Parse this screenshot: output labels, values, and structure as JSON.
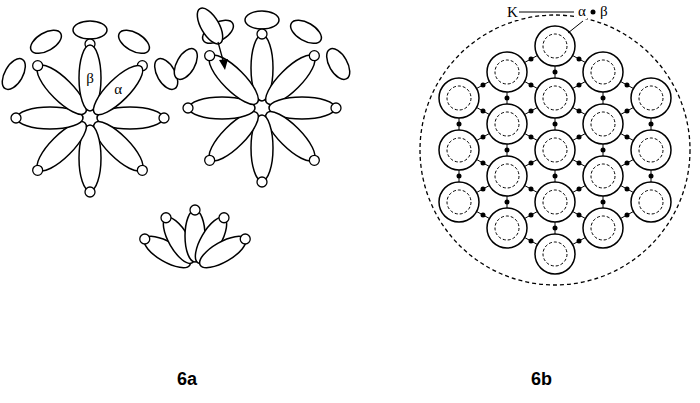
{
  "diagram": {
    "nodes": [
      {
        "text": [
          "β"
        ]
      },
      {
        "text": [
          "α"
        ]
      }
    ],
    "labels": [
      "K",
      "α",
      "β",
      "6a",
      "6b"
    ]
  }
}
